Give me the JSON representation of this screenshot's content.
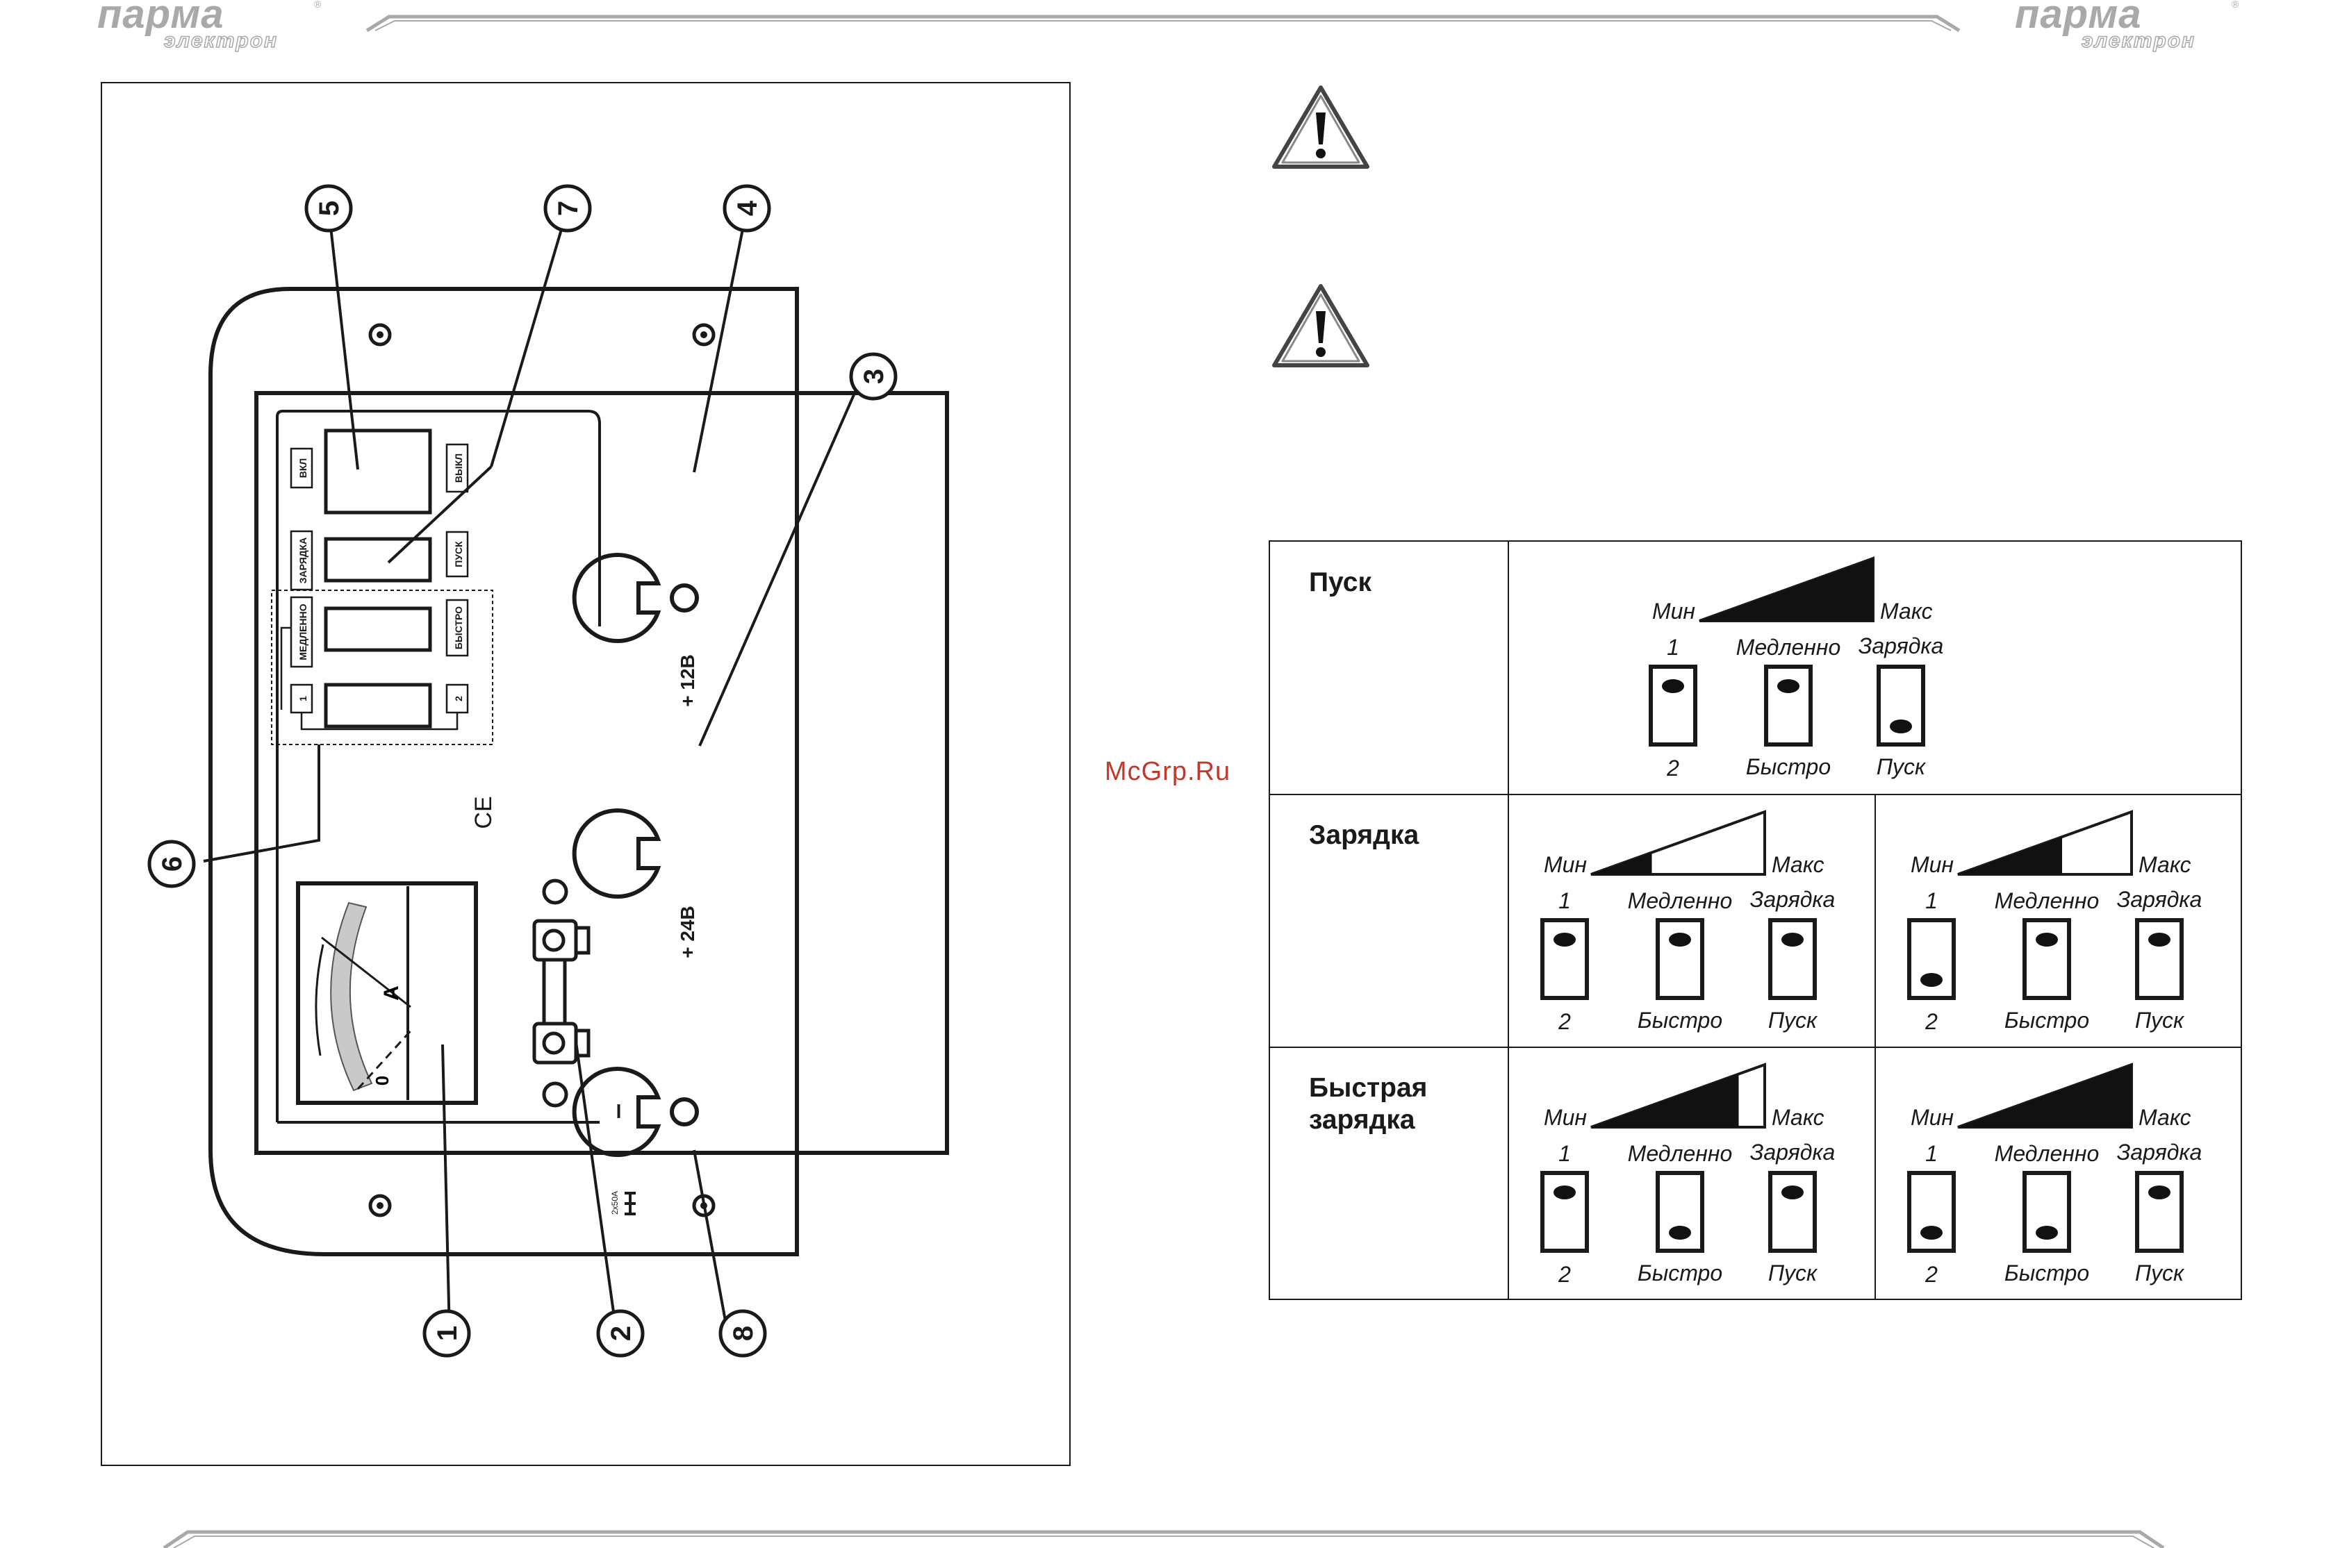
{
  "header": {
    "logo": {
      "brand": "парма",
      "sub": "электрон",
      "reg": "®"
    }
  },
  "diagram": {
    "callouts": [
      "5",
      "7",
      "4",
      "3",
      "6",
      "1",
      "2",
      "8"
    ],
    "panel_labels": {
      "on": "ВКЛ",
      "off": "ВЫКЛ",
      "charge": "ЗАРЯДКА",
      "start": "ПУСК",
      "slow": "МЕДЛЕННО",
      "fast": "БЫСТРО",
      "one": "1",
      "two": "2",
      "ce": "CE",
      "fuse": "2х50А",
      "ammeter_unit": "A",
      "ammeter_zero": "0",
      "plus12": "+ 12В",
      "plus24": "+ 24В",
      "minus": "–"
    }
  },
  "watermark": "McGrp.Ru",
  "mode_table": {
    "labels": {
      "min": "Мин",
      "max": "Макс",
      "one": "1",
      "two": "2",
      "slow": "Медленно",
      "fast": "Быстро",
      "charge": "Зарядка",
      "start": "Пуск"
    },
    "rows": [
      {
        "title_line1": "Пуск",
        "title_line2": ""
      },
      {
        "title_line1": "Зарядка",
        "title_line2": ""
      },
      {
        "title_line1": "Быстрая",
        "title_line2": "зарядка"
      }
    ],
    "cells": [
      {
        "row": 0,
        "fill_fraction": 1.0,
        "switch_a": "up",
        "switch_b": "up",
        "switch_c": "down"
      },
      {
        "row": 1,
        "fill_fraction": 0.35,
        "switch_a": "up",
        "switch_b": "up",
        "switch_c": "up"
      },
      {
        "row": 1,
        "fill_fraction": 0.6,
        "switch_a": "down",
        "switch_b": "up",
        "switch_c": "up"
      },
      {
        "row": 2,
        "fill_fraction": 0.85,
        "switch_a": "up",
        "switch_b": "down",
        "switch_c": "up"
      },
      {
        "row": 2,
        "fill_fraction": 1.0,
        "switch_a": "down",
        "switch_b": "down",
        "switch_c": "up"
      }
    ]
  }
}
